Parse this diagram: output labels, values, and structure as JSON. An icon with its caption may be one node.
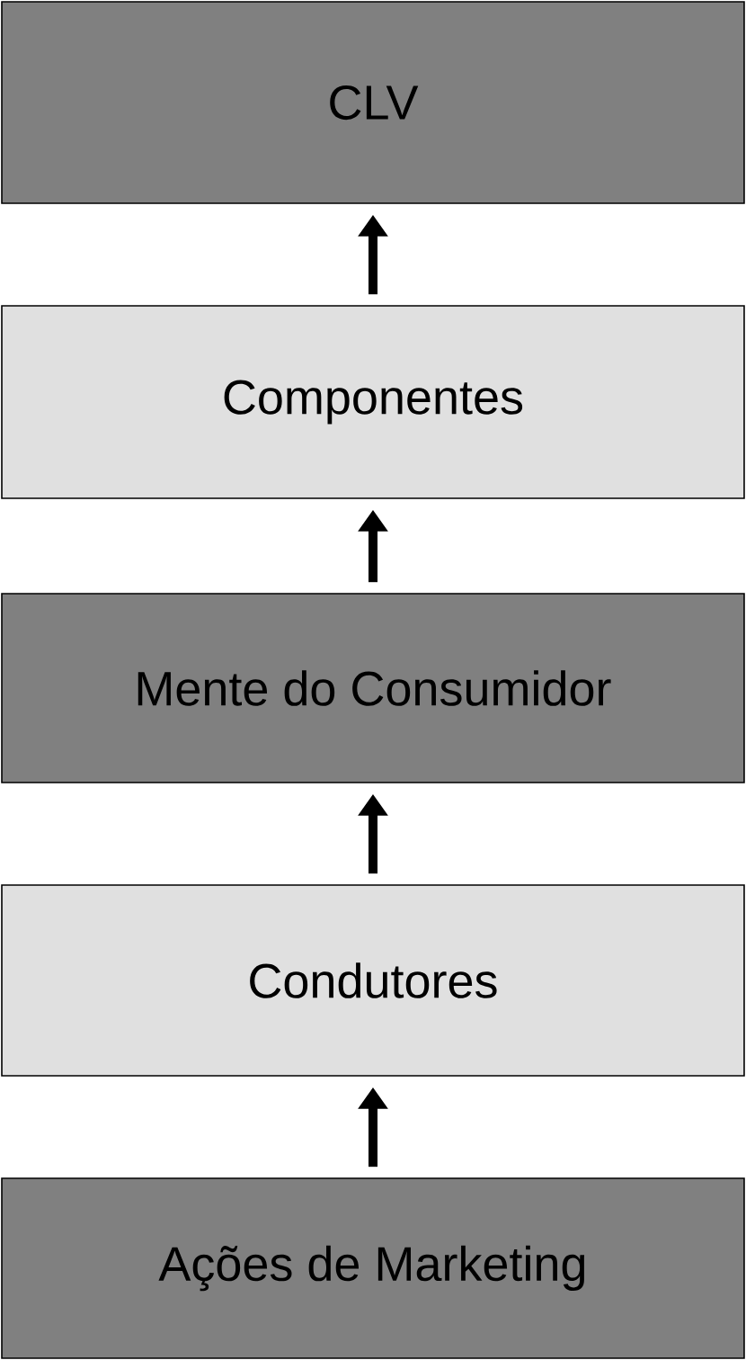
{
  "diagram": {
    "nodes": [
      {
        "text": [
          "CLV"
        ]
      },
      {
        "text": [
          "Componentes"
        ]
      },
      {
        "text": [
          "Mente do Consumidor"
        ]
      },
      {
        "text": [
          "Condutores"
        ]
      },
      {
        "text": [
          "Ações de Marketing"
        ]
      }
    ],
    "edges": [
      {
        "from": 4,
        "to": 3,
        "arrow": "to"
      },
      {
        "from": 3,
        "to": 2,
        "arrow": "to"
      },
      {
        "from": 2,
        "to": 1,
        "arrow": "to"
      },
      {
        "from": 1,
        "to": 0,
        "arrow": "to"
      }
    ]
  }
}
